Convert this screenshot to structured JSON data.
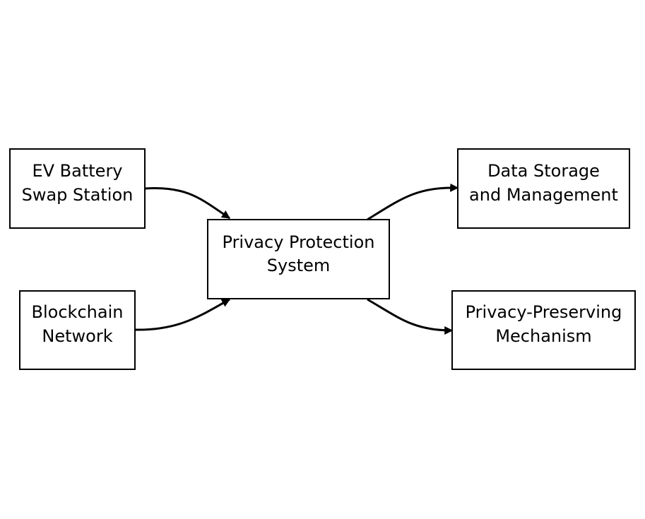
{
  "nodes": {
    "ev_battery_swap_station": {
      "lines": [
        "EV Battery",
        "Swap Station"
      ]
    },
    "blockchain_network": {
      "lines": [
        "Blockchain",
        "Network"
      ]
    },
    "privacy_protection_system": {
      "lines": [
        "Privacy Protection",
        "System"
      ]
    },
    "data_storage_management": {
      "lines": [
        "Data Storage",
        "and Management"
      ]
    },
    "privacy_preserving_mechanism": {
      "lines": [
        "Privacy-Preserving",
        "Mechanism"
      ]
    }
  },
  "edges": [
    {
      "from": "ev_battery_swap_station",
      "to": "privacy_protection_system"
    },
    {
      "from": "blockchain_network",
      "to": "privacy_protection_system"
    },
    {
      "from": "privacy_protection_system",
      "to": "data_storage_management"
    },
    {
      "from": "privacy_protection_system",
      "to": "privacy_preserving_mechanism"
    }
  ],
  "colors": {
    "stroke": "#000000",
    "fill": "#ffffff",
    "text": "#000000"
  }
}
